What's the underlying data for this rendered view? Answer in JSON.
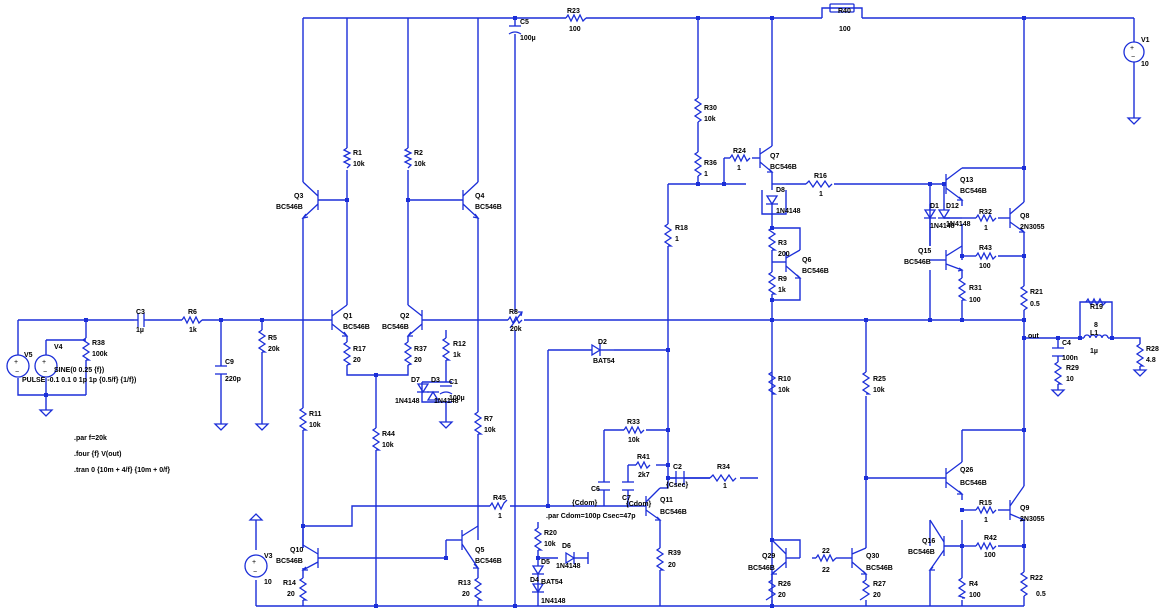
{
  "components": {
    "R23": {
      "name": "R23",
      "value": "100"
    },
    "R40": {
      "name": "R40",
      "value": "100"
    },
    "C5": {
      "name": "C5",
      "value": "100µ"
    },
    "V1": {
      "name": "V1",
      "value": "10"
    },
    "R30": {
      "name": "R30",
      "value": "10k"
    },
    "R24": {
      "name": "R24",
      "value": "1"
    },
    "Q7": {
      "name": "Q7",
      "value": "BC546B"
    },
    "R36": {
      "name": "R36",
      "value": "1"
    },
    "R16": {
      "name": "R16",
      "value": "1"
    },
    "D8": {
      "name": "D8",
      "value": "1N4148"
    },
    "Q13": {
      "name": "Q13",
      "value": "BC546B"
    },
    "D1": {
      "name": "D1",
      "value": "1N4148"
    },
    "D12": {
      "name": "D12",
      "value": "1N4148"
    },
    "R32": {
      "name": "R32",
      "value": "1"
    },
    "Q8": {
      "name": "Q8",
      "value": "2N3055"
    },
    "R18": {
      "name": "R18",
      "value": "1"
    },
    "R3": {
      "name": "R3",
      "value": "200"
    },
    "Q6": {
      "name": "Q6",
      "value": "BC546B"
    },
    "R9": {
      "name": "R9",
      "value": "1k"
    },
    "Q15": {
      "name": "Q15",
      "value": "BC546B"
    },
    "R43": {
      "name": "R43",
      "value": "100"
    },
    "R31": {
      "name": "R31",
      "value": "100"
    },
    "R21": {
      "name": "R21",
      "value": "0.5"
    },
    "R1": {
      "name": "R1",
      "value": "10k"
    },
    "R2": {
      "name": "R2",
      "value": "10k"
    },
    "Q3": {
      "name": "Q3",
      "value": "BC546B"
    },
    "Q4": {
      "name": "Q4",
      "value": "BC546B"
    },
    "Q1": {
      "name": "Q1",
      "value": "BC546B"
    },
    "Q2": {
      "name": "Q2",
      "value": "BC546B"
    },
    "R8": {
      "name": "R8",
      "value": "20k"
    },
    "R19": {
      "name": "R19",
      "value": "8"
    },
    "L1": {
      "name": "L1",
      "value": "1µ"
    },
    "R28": {
      "name": "R28",
      "value": "4.8"
    },
    "C4": {
      "name": "C4",
      "value": "100n"
    },
    "R29": {
      "name": "R29",
      "value": "10"
    },
    "V5": {
      "name": "V5",
      "value": ""
    },
    "V4": {
      "name": "V4",
      "value": ""
    },
    "R38": {
      "name": "R38",
      "value": "100k"
    },
    "C3": {
      "name": "C3",
      "value": "1µ"
    },
    "R6": {
      "name": "R6",
      "value": "1k"
    },
    "R5": {
      "name": "R5",
      "value": "20k"
    },
    "C9": {
      "name": "C9",
      "value": "220p"
    },
    "R17": {
      "name": "R17",
      "value": "20"
    },
    "R37": {
      "name": "R37",
      "value": "20"
    },
    "R12": {
      "name": "R12",
      "value": "1k"
    },
    "D2": {
      "name": "D2",
      "value": "BAT54"
    },
    "D7": {
      "name": "D7",
      "value": "1N4148"
    },
    "D3": {
      "name": "D3",
      "value": "1N4148"
    },
    "C1": {
      "name": "C1",
      "value": "100µ"
    },
    "R10": {
      "name": "R10",
      "value": "10k"
    },
    "R25": {
      "name": "R25",
      "value": "10k"
    },
    "R11": {
      "name": "R11",
      "value": "10k"
    },
    "R44": {
      "name": "R44",
      "value": "10k"
    },
    "R7": {
      "name": "R7",
      "value": "10k"
    },
    "R33": {
      "name": "R33",
      "value": "10k"
    },
    "R41": {
      "name": "R41",
      "value": "2k7"
    },
    "C2": {
      "name": "C2",
      "value": "{Csec}"
    },
    "R34": {
      "name": "R34",
      "value": "1"
    },
    "C6": {
      "name": "C6",
      "value": "{Cdom}"
    },
    "C7": {
      "name": "C7",
      "value": "{Cdom}"
    },
    "Q11": {
      "name": "Q11",
      "value": "BC546B"
    },
    "R45": {
      "name": "R45",
      "value": "1"
    },
    "Q26": {
      "name": "Q26",
      "value": "BC546B"
    },
    "R15": {
      "name": "R15",
      "value": "1"
    },
    "Q9": {
      "name": "Q9",
      "value": "2N3055"
    },
    "Q16": {
      "name": "Q16",
      "value": "BC546B"
    },
    "R42": {
      "name": "R42",
      "value": "100"
    },
    "V3": {
      "name": "V3",
      "value": "10"
    },
    "Q10": {
      "name": "Q10",
      "value": "BC546B"
    },
    "R14": {
      "name": "R14",
      "value": "20"
    },
    "Q5": {
      "name": "Q5",
      "value": "BC546B"
    },
    "R13": {
      "name": "R13",
      "value": "20"
    },
    "R20": {
      "name": "R20",
      "value": "10k"
    },
    "D6": {
      "name": "D6",
      "value": "1N4148"
    },
    "D5": {
      "name": "D5",
      "value": "BAT54"
    },
    "D4": {
      "name": "D4",
      "value": "1N4148"
    },
    "R39": {
      "name": "R39",
      "value": "20"
    },
    "Q29": {
      "name": "Q29",
      "value": "BC546B"
    },
    "R22a": {
      "name": "22",
      "value": "22"
    },
    "Q30": {
      "name": "Q30",
      "value": "BC546B"
    },
    "R26": {
      "name": "R26",
      "value": "20"
    },
    "R27": {
      "name": "R27",
      "value": "20"
    },
    "R4": {
      "name": "R4",
      "value": "100"
    },
    "R22": {
      "name": "R22",
      "value": "0.5"
    }
  },
  "sources": {
    "v4_sine": "SINE(0 0.25 {f})",
    "v5_pulse": "PULSE -0.1 0.1 0 1p 1p {0.5/f} {1/f})"
  },
  "net_labels": {
    "out": "out"
  },
  "directives": {
    "par_f": ".par f=20k",
    "four": ".four {f} V(out)",
    "tran": ".tran 0 {10m + 4/f} {10m + 0/f}",
    "par_cdom": ".par Cdom=100p Csec=47p"
  }
}
